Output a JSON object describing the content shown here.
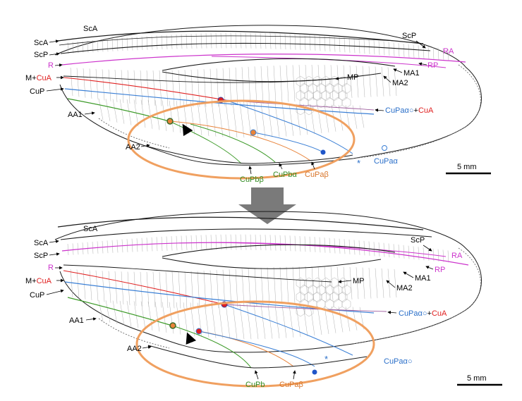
{
  "colors": {
    "black": "#1a1a1a",
    "purple": "#cc33cc",
    "red": "#e02020",
    "blue": "#3a7fd5",
    "green": "#3c9a28",
    "orange": "#e8833a",
    "label_blue": "#2a6fc9",
    "label_green": "#2f8a1f",
    "label_orange": "#d8752a",
    "ellipse": "#f0a060",
    "arrow_fill": "#7a7a7a"
  },
  "top_wing": {
    "labels": {
      "sca_top": "ScA",
      "sca": "ScA",
      "scp": "ScP",
      "r": "R",
      "m_plus": "M+",
      "cua_after_m": "CuA",
      "cup": "CuP",
      "aa1": "AA1",
      "aa2": "AA2",
      "mp": "MP",
      "scp_right": "ScP",
      "ra": "RA",
      "rp": "RP",
      "ma1": "MA1",
      "ma2": "MA2",
      "cupa_plus_prefix": "CuPaα",
      "cupa_plus_circle": "○",
      "cupa_plus_sign": "+",
      "cupa_plus_cua": "CuA",
      "cupbb": "CuPbβ",
      "cupba": "CuPbα",
      "cupab": "CuPaβ",
      "cupaa": "CuPaα",
      "asterisk": "*"
    },
    "scale": "5 mm"
  },
  "bottom_wing": {
    "labels": {
      "sca_top": "ScA",
      "sca": "ScA",
      "scp": "ScP",
      "r": "R",
      "m_plus": "M+",
      "cua_after_m": "CuA",
      "cup": "CuP",
      "aa1": "AA1",
      "aa2": "AA2",
      "mp": "MP",
      "scp_right": "ScP",
      "ra": "RA",
      "rp": "RP",
      "ma1": "MA1",
      "ma2": "MA2",
      "cupa_plus_prefix": "CuPaα",
      "cupa_plus_circle": "○",
      "cupa_plus_sign": "+",
      "cupa_plus_cua": "CuA",
      "cupb": "CuPb",
      "cupab": "CuPaβ",
      "cupaa": "CuPaα",
      "cupaa_circle": "○",
      "asterisk": "*"
    },
    "scale": "5 mm"
  }
}
